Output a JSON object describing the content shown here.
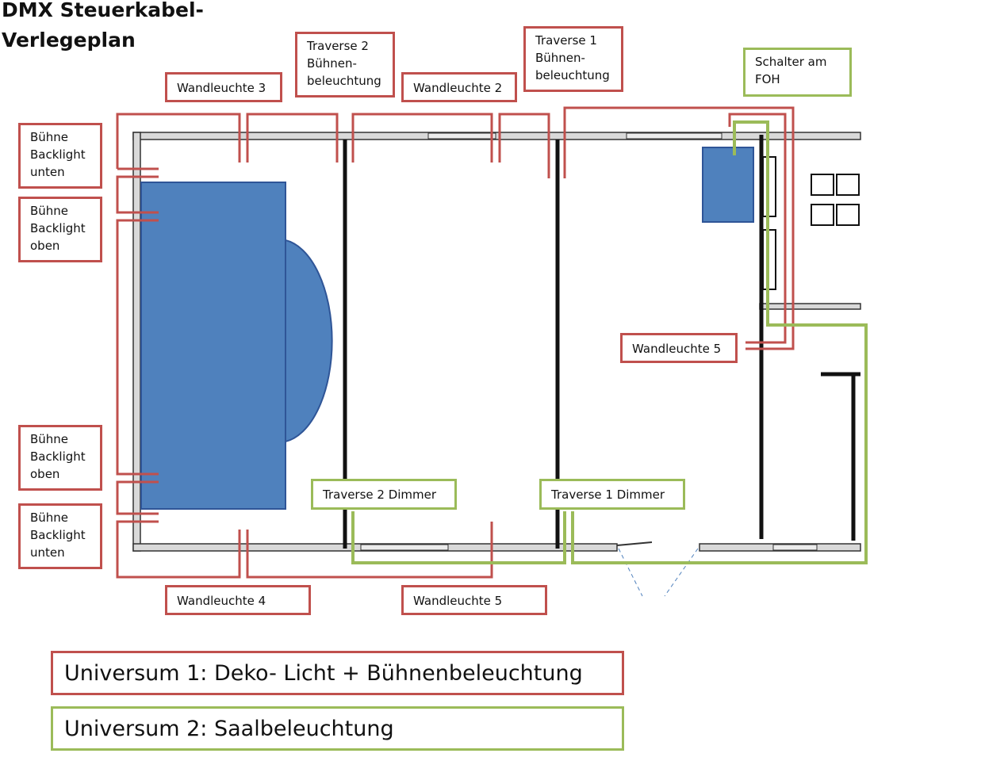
{
  "title": {
    "line1": "DMX Steuerkabel-",
    "line2": "Verlegeplan"
  },
  "labels": {
    "wandleuchte_3": "Wandleuchte 3",
    "traverse_2_buehne": "Traverse 2\nBühnen-\nbeleuchtung",
    "wandleuchte_2": "Wandleuchte 2",
    "traverse_1_buehne": "Traverse 1\nBühnen-\nbeleuchtung",
    "schalter_foh": "Schalter am\nFOH",
    "buehne_backlight_unten_top": "Bühne\nBacklight\nunten",
    "buehne_backlight_oben_top": "Bühne\nBacklight\noben",
    "wandleuchte_5_right": "Wandleuchte 5",
    "buehne_backlight_oben_bottom": "Bühne\nBacklight\noben",
    "buehne_backlight_unten_bottom": "Bühne\nBacklight\nunten",
    "traverse_2_dimmer": "Traverse 2 Dimmer",
    "traverse_1_dimmer": "Traverse 1 Dimmer",
    "wandleuchte_4": "Wandleuchte 4",
    "wandleuchte_5_bottom": "Wandleuchte 5"
  },
  "legend": {
    "universe_1": "Universum 1: Deko- Licht + Bühnenbeleuchtung",
    "universe_2": "Universum 2: Saalbeleuchtung"
  },
  "colors": {
    "universe_1": "#c0504d",
    "universe_2": "#9bbb59",
    "stage": "#4f81bd"
  }
}
